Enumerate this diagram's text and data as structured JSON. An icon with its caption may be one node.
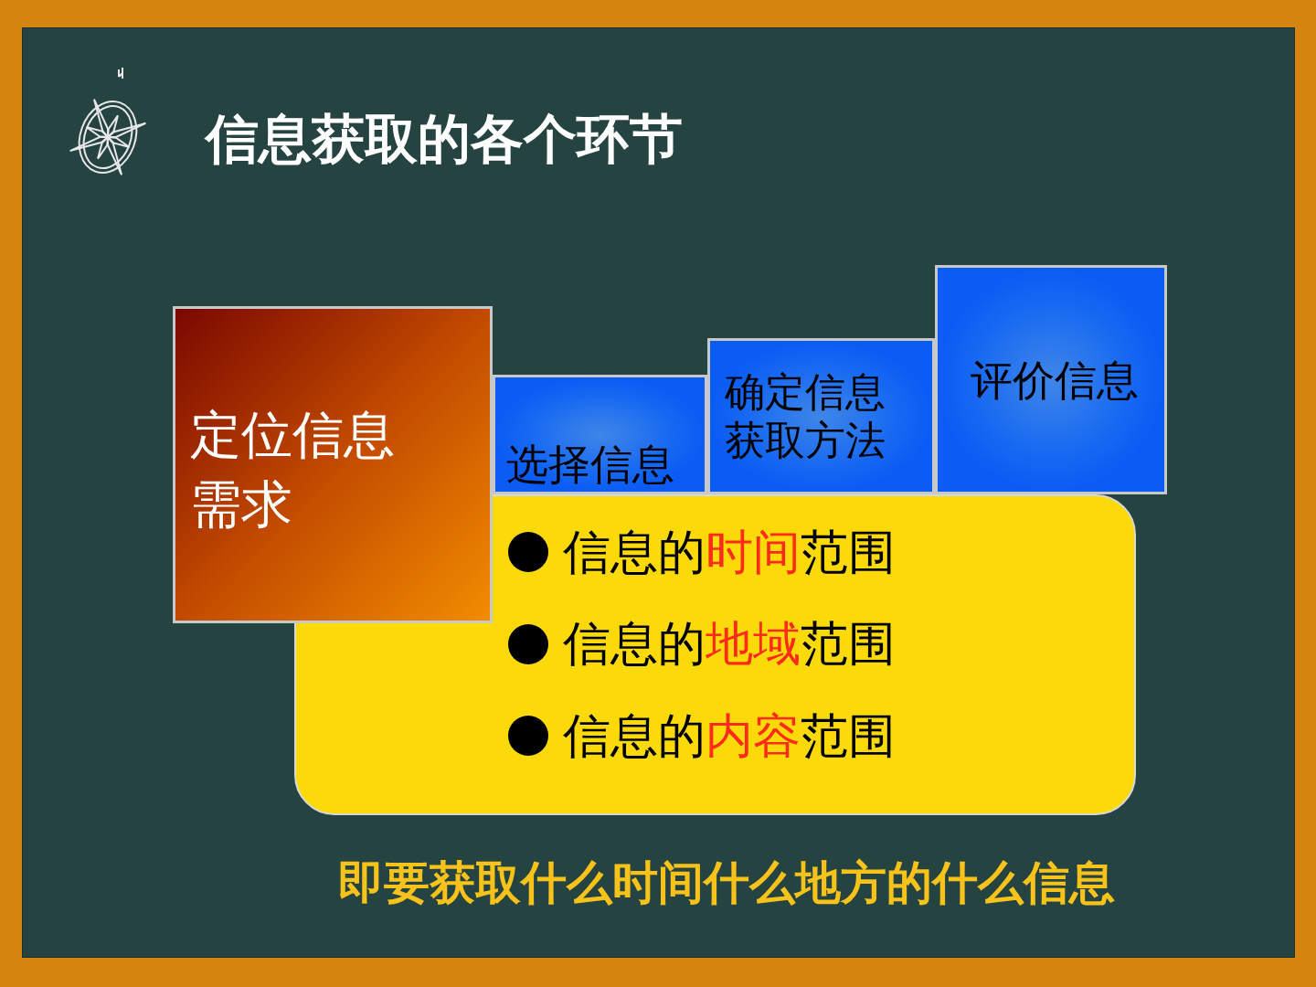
{
  "diagram": {
    "title": "信息获取的各个环节",
    "nodes": [
      {
        "text": [
          "定位信息需求"
        ]
      },
      {
        "text": [
          "选择信息"
        ]
      },
      {
        "text": [
          "确定信息获取方法"
        ]
      },
      {
        "text": [
          "评价信息"
        ]
      },
      {
        "text": [
          "信息的**时间**范围",
          "信息的**地域**范围",
          "信息的**内容**范围"
        ]
      }
    ],
    "labels": [
      "即要获取什么时间什么地方的什么信息"
    ]
  }
}
